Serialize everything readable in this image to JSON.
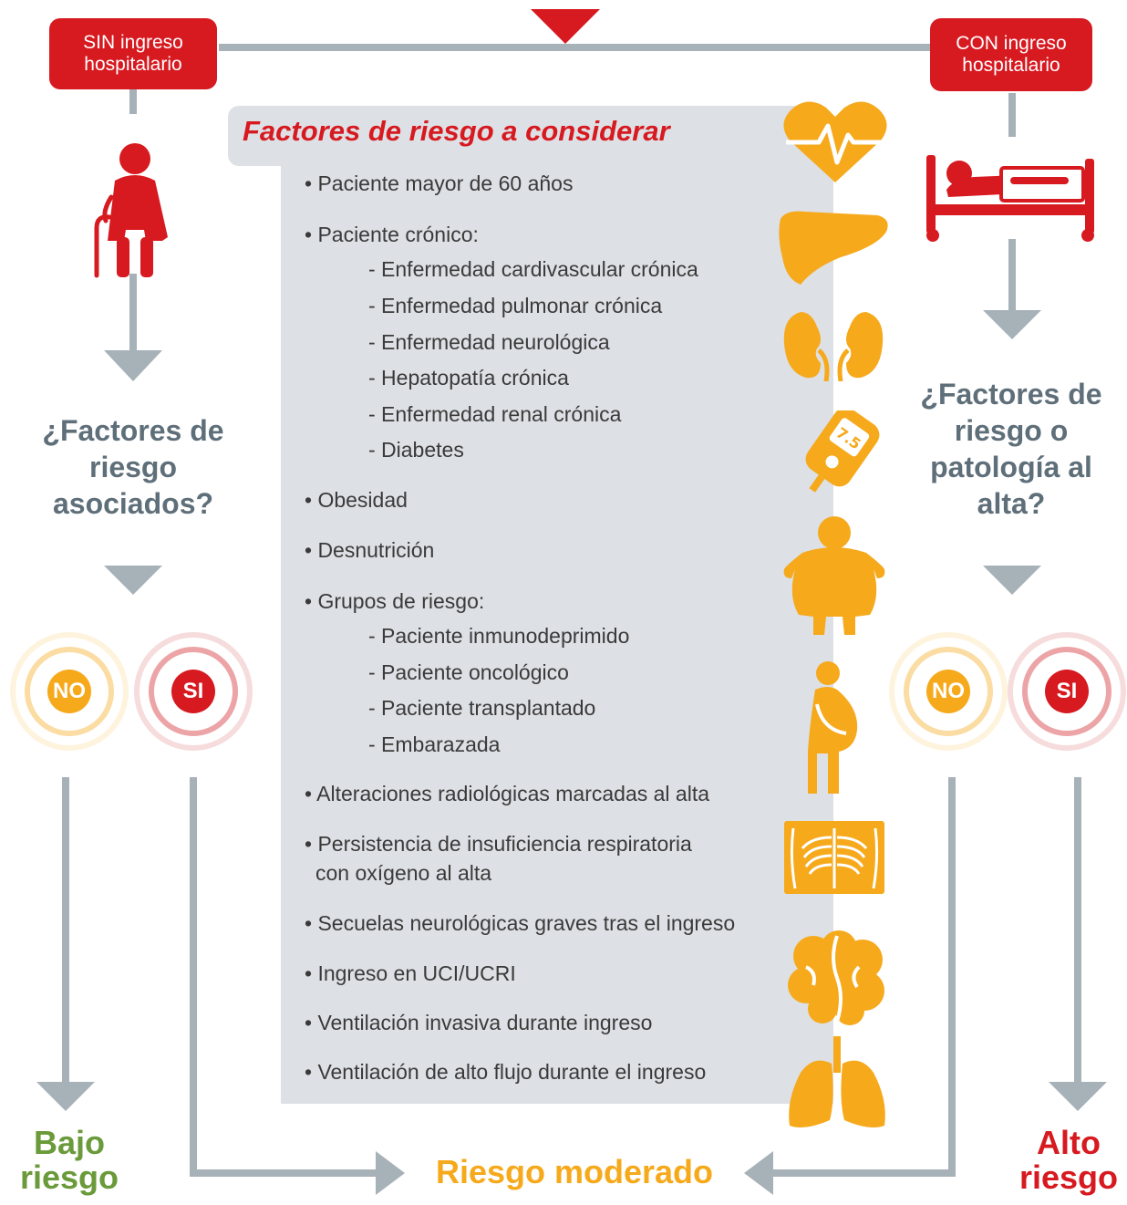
{
  "left_branch": {
    "label": "SIN ingreso hospitalario",
    "question": "¿Factores de riesgo asociados?",
    "no_label": "NO",
    "si_label": "SI"
  },
  "right_branch": {
    "label": "CON ingreso hospitalario",
    "question": "¿Factores de riesgo o patología al alta?",
    "no_label": "NO",
    "si_label": "SI"
  },
  "panel": {
    "title": "Factores de riesgo a considerar",
    "items": [
      "• Paciente mayor de 60 años",
      "• Paciente crónico:",
      "- Enfermedad cardivascular crónica",
      "- Enfermedad pulmonar crónica",
      "- Enfermedad neurológica",
      "- Hepatopatía crónica",
      "- Enfermedad renal crónica",
      "- Diabetes",
      "• Obesidad",
      "• Desnutrición",
      "• Grupos de riesgo:",
      "- Paciente inmunodeprimido",
      "- Paciente oncológico",
      "- Paciente transplantado",
      "- Embarazada",
      "• Alteraciones radiológicas marcadas al alta",
      "• Persistencia de insuficiencia respiratoria",
      "con oxígeno al alta",
      "• Secuelas neurológicas graves tras el ingreso",
      "• Ingreso en UCI/UCRI",
      "• Ventilación invasiva durante ingreso",
      "• Ventilación de alto flujo durante el ingreso"
    ]
  },
  "results": {
    "low": "Bajo riesgo",
    "moderate": "Riesgo moderado",
    "high": "Alto riesgo"
  },
  "colors": {
    "red": "#d71920",
    "orange": "#f6a91b",
    "gray": "#a7b1b8",
    "panel": "#dde0e4",
    "green": "#6a9a3a",
    "question": "#5f6f7a"
  },
  "icons": [
    "elderly-person-icon",
    "hospital-bed-icon",
    "heart-pulse-icon",
    "liver-icon",
    "kidneys-icon",
    "glucometer-icon",
    "obesity-icon",
    "pregnant-icon",
    "xray-icon",
    "brain-icon",
    "lungs-icon"
  ]
}
